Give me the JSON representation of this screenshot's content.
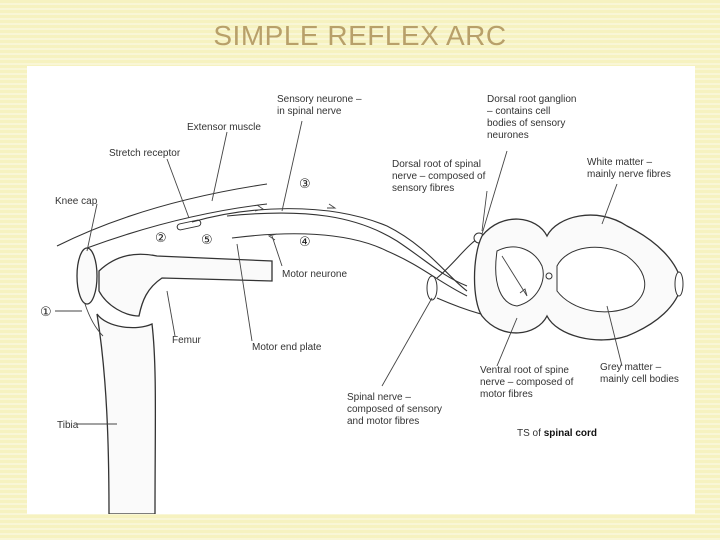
{
  "title": "SIMPLE REFLEX ARC",
  "labels": {
    "sensory_neurone_l1": "Sensory neurone –",
    "sensory_neurone_l2": "in spinal nerve",
    "extensor_muscle": "Extensor muscle",
    "stretch_receptor": "Stretch receptor",
    "knee_cap": "Knee cap",
    "dorsal_root_ganglion_l1": "Dorsal root ganglion",
    "dorsal_root_ganglion_l2": "– contains cell",
    "dorsal_root_ganglion_l3": "bodies of sensory",
    "dorsal_root_ganglion_l4": "neurones",
    "dorsal_root_l1": "Dorsal root of spinal",
    "dorsal_root_l2": "nerve – composed of",
    "dorsal_root_l3": "sensory fibres",
    "white_matter_l1": "White matter –",
    "white_matter_l2": "mainly nerve fibres",
    "motor_neurone": "Motor neurone",
    "femur": "Femur",
    "motor_end_plate": "Motor end plate",
    "tibia": "Tibia",
    "spinal_nerve_l1": "Spinal nerve –",
    "spinal_nerve_l2": "composed of sensory",
    "spinal_nerve_l3": "and motor fibres",
    "ventral_root_l1": "Ventral root of spine",
    "ventral_root_l2": "nerve – composed of",
    "ventral_root_l3": "motor fibres",
    "grey_matter_l1": "Grey matter –",
    "grey_matter_l2": "mainly cell bodies",
    "ts_prefix": "TS of ",
    "ts_bold": "spinal cord"
  },
  "step_markers": {
    "one": "①",
    "two": "②",
    "three": "③",
    "four": "④",
    "five": "⑤"
  }
}
